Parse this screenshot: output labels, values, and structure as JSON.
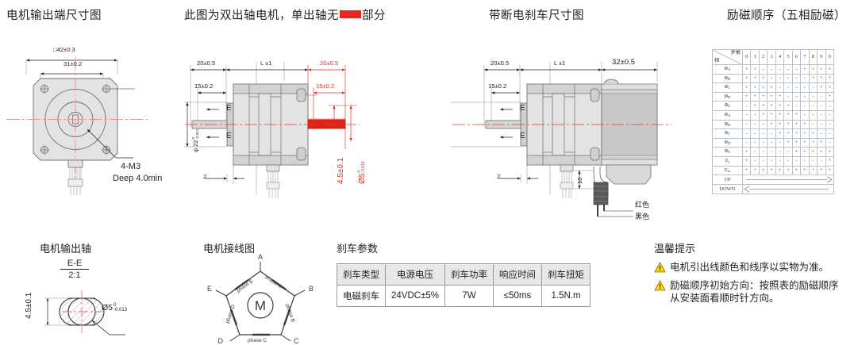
{
  "panels": {
    "p1": {
      "title": "电机输出端尺寸图",
      "dims": {
        "outer": "42±0.3",
        "square_symbol": "□",
        "bolt_circle": "31±0.2",
        "callout_line1": "4-M3",
        "callout_line2": "Deep 4.0min"
      }
    },
    "p2": {
      "title_part1": "此图为双出轴电机，单出轴无",
      "title_part2": "部分",
      "marker_color": "#e8271c",
      "dims": {
        "left_len": "20±0.5",
        "body_len": "L ±1",
        "right_len": "20±0.5",
        "left_shaft": "15±0.2",
        "right_shaft": "15±0.2",
        "diameter_22": "φ 22",
        "diameter_22_upper": "0",
        "diameter_22_lower": "-0.021",
        "section_e_top": "E",
        "section_e_bottom": "E",
        "flange": "2",
        "flat": "4.5±0.1",
        "shaft_dia": "Ø5",
        "shaft_dia_upper": "0",
        "shaft_dia_lower": "-0.013"
      }
    },
    "p3": {
      "title": "带断电刹车尺寸图",
      "dims": {
        "left_len": "20±0.5",
        "body_len": "L ±1",
        "brake_len": "32±0.5",
        "left_shaft": "15±0.2",
        "section_e_top": "E",
        "section_e_bottom": "E",
        "flange": "2",
        "wire_height": "10"
      },
      "wires": [
        {
          "label": "红色",
          "color": "#d92b1f"
        },
        {
          "label": "黑色",
          "color": "#111111"
        }
      ]
    },
    "p4": {
      "title": "励磁顺序（五相励磁）",
      "table": {
        "corner_top": "步根",
        "corner_bottom": "相",
        "steps": [
          "0",
          "1",
          "2",
          "3",
          "4",
          "5",
          "6",
          "7",
          "8",
          "9",
          "0"
        ],
        "rows": [
          {
            "phase": "ΦA",
            "values": [
              "+",
              "+",
              "-",
              "-",
              "-",
              "-",
              "-",
              "+",
              "+",
              "+",
              "+"
            ]
          },
          {
            "phase": "ΦB",
            "values": [
              "+",
              "+",
              "+",
              "-",
              "-",
              "-",
              "-",
              "-",
              "+",
              "+",
              "+"
            ]
          },
          {
            "phase": "ΦC",
            "values": [
              "+",
              "+",
              "+",
              "+",
              "-",
              "-",
              "-",
              "-",
              "-",
              "+",
              "+"
            ]
          },
          {
            "phase": "ΦD",
            "values": [
              "+",
              "+",
              "+",
              "+",
              "+",
              "-",
              "-",
              "-",
              "-",
              "-",
              "+"
            ]
          },
          {
            "phase": "ΦE",
            "values": [
              "-",
              "+",
              "+",
              "+",
              "+",
              "+",
              "-",
              "-",
              "-",
              "-",
              "-"
            ]
          },
          {
            "phase": "ΦA",
            "values": [
              "-",
              "-",
              "+",
              "+",
              "+",
              "+",
              "+",
              "-",
              "-",
              "-",
              "-"
            ]
          },
          {
            "phase": "ΦB",
            "values": [
              "-",
              "-",
              "-",
              "+",
              "+",
              "+",
              "+",
              "+",
              "-",
              "-",
              "-"
            ]
          },
          {
            "phase": "ΦC",
            "values": [
              "-",
              "-",
              "-",
              "-",
              "+",
              "+",
              "+",
              "+",
              "+",
              "-",
              "-"
            ]
          },
          {
            "phase": "ΦD",
            "values": [
              "-",
              "-",
              "-",
              "-",
              "-",
              "+",
              "+",
              "+",
              "+",
              "+",
              "-"
            ]
          },
          {
            "phase": "ΦE",
            "values": [
              "+",
              "-",
              "-",
              "-",
              "-",
              "-",
              "+",
              "+",
              "+",
              "+",
              "+"
            ]
          },
          {
            "phase": "Zo",
            "values": [
              "+",
              "-",
              "-",
              "-",
              "-",
              "-",
              "-",
              "-",
              "-",
              "-",
              "+"
            ]
          },
          {
            "phase": "Em",
            "values": [
              "+",
              "+",
              "+",
              "+",
              "+",
              "+",
              "+",
              "+",
              "+",
              "+",
              "+"
            ]
          }
        ],
        "up_label": "UP",
        "down_label": "DOWN"
      }
    }
  },
  "bottom": {
    "shaft": {
      "title": "电机输出轴",
      "section_label": "E-E",
      "scale": "2:1",
      "flat_dim": "4.5±0.1",
      "dia_symbol": "Ø5",
      "dia_upper": "0",
      "dia_lower": "-0.013"
    },
    "wiring": {
      "title": "电机接线图",
      "center_label": "M",
      "nodes": [
        "A",
        "B",
        "C",
        "D",
        "E"
      ],
      "phases": [
        "phase A",
        "phase B",
        "phase C",
        "phase D",
        "phase E"
      ]
    },
    "brake_params": {
      "title": "刹车参数",
      "headers": [
        "刹车类型",
        "电源电压",
        "刹车功率",
        "响应时间",
        "刹车扭矩"
      ],
      "rows": [
        [
          "电磁刹车",
          "24VDC±5%",
          "7W",
          "≤50ms",
          "1.5N.m"
        ]
      ]
    },
    "tips": {
      "title": "温馨提示",
      "items": [
        "电机引出线颜色和线序以实物为准。",
        "励磁顺序初始方向：按照表的励磁顺序\n从安装面看顺时针方向。"
      ]
    }
  }
}
